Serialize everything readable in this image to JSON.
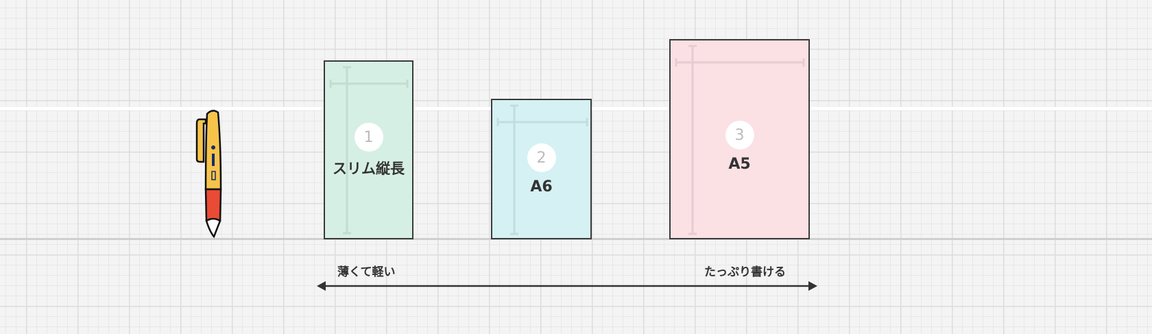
{
  "sizes": [
    {
      "number": "1",
      "label": "スリム縦長",
      "color": "#d6efe4"
    },
    {
      "number": "2",
      "label": "A6",
      "color": "#d5f1f4"
    },
    {
      "number": "3",
      "label": "A5",
      "color": "#fbe0e4"
    }
  ],
  "scale": {
    "left_label": "薄くて軽い",
    "right_label": "たっぷり書ける"
  }
}
